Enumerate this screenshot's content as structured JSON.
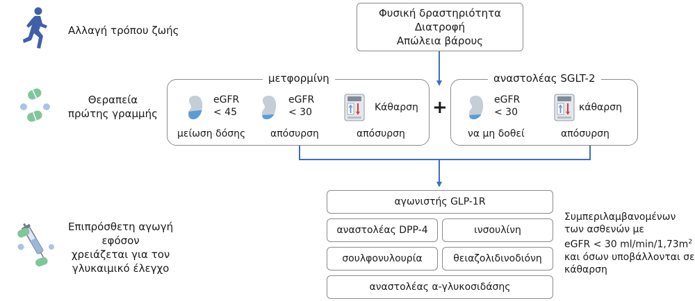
{
  "rows": {
    "lifestyle": "Αλλαγή τρόπου ζωής",
    "first_line_1": "Θεραπεία",
    "first_line_2": "πρώτης γραμμής",
    "addon_1": "Επιπρόσθετη αγωγή",
    "addon_2": "εφόσον",
    "addon_3": "χρειάζεται για τον",
    "addon_4": "γλυκαιμικό έλεγχο"
  },
  "lifestyle_box": {
    "line1": "Φυσική δραστηριότητα",
    "line2": "Διατροφή",
    "line3": "Απώλεια βάρους"
  },
  "metformin": {
    "title": "μετφορμίνη",
    "egfr45_1": "eGFR",
    "egfr45_2": "< 45",
    "egfr45_action": "μείωση δόσης",
    "egfr30_1": "eGFR",
    "egfr30_2": "< 30",
    "egfr30_action": "απόσυρση",
    "dialysis": "Κάθαρση",
    "dialysis_action": "απόσυρση"
  },
  "plus": "+",
  "sglt2": {
    "title": "αναστολέας SGLT-2",
    "egfr30_1": "eGFR",
    "egfr30_2": "< 30",
    "egfr30_action": "να μη δοθεί",
    "dialysis": "κάθαρση",
    "dialysis_action": "απόσυρση"
  },
  "addon_boxes": {
    "glp1": "αγωνιστής GLP-1R",
    "dpp4": "αναστολέας DPP-4",
    "insulin": "ινσουλίνη",
    "sulfonylurea": "σουλφονυλουρία",
    "tzd": "θειαζολιδινοδιόνη",
    "alpha_gluc": "αναστολέας α-γλυκοσιδάσης"
  },
  "note": {
    "line1": "Συμπεριλαμβανομένων",
    "line2": "των ασθενών με",
    "line3": "eGFR < 30 ml/min/1,73m",
    "line3_sup": "2",
    "line4": "και όσων υποβάλλονται σε",
    "line5": "κάθαρση"
  },
  "colors": {
    "arrow": "#3b6cc7",
    "border": "#8a8a8a",
    "runner": "#3f5fa8",
    "pill_green": "#7fc79a",
    "pill_blue": "#aac4e8",
    "kidney": "#b9c3cc",
    "kidney_fill": "#5b9bd8"
  }
}
